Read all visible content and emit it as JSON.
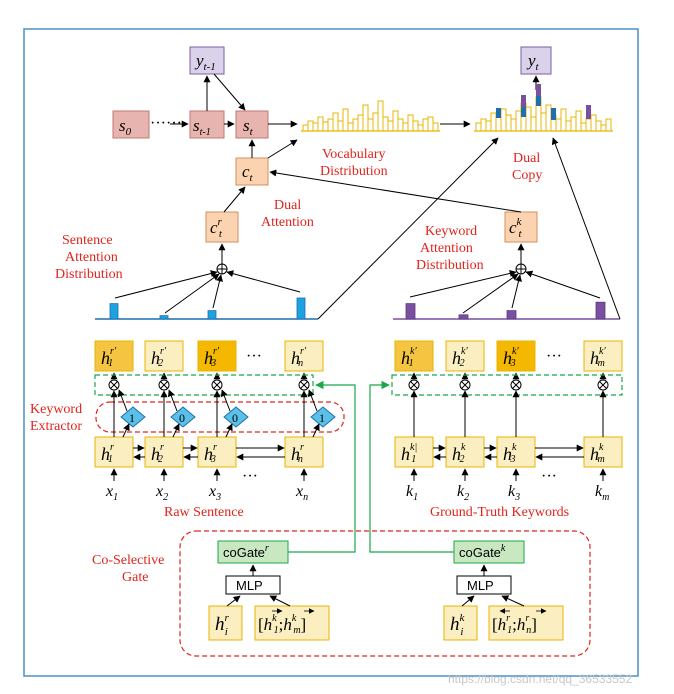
{
  "colors": {
    "frame": "#4a90c8",
    "red_label": "#e0241c",
    "yellow_fill": "#fbeec0",
    "yellow_stroke": "#e8b400",
    "orange_fill": "#f5b800",
    "pink_fill": "#e8b4b0",
    "lightorange_fill": "#fbd3b0",
    "purple_fill": "#d9d2ea",
    "green_fill": "#c9e7c1",
    "green_line": "#1aa84a",
    "blue_bar": "#1da1e0",
    "purple_bar": "#7a4fa0",
    "dashed_red": "#e0241c"
  },
  "top": {
    "y_prev": "y",
    "y_prev_sub": "t-1",
    "y_t": "y",
    "y_t_sub": "t",
    "s0": "s",
    "s0_sub": "0",
    "dots": "······",
    "s_prev": "s",
    "s_prev_sub": "t-1",
    "s_t": "s",
    "s_t_sub": "t",
    "c_t": "c",
    "c_t_sub": "t",
    "c_r": "c",
    "c_r_sup": "r",
    "c_r_sub": "t",
    "c_k": "c",
    "c_k_sup": "k",
    "c_k_sub": "t"
  },
  "labels": {
    "vocab_line1": "Vocabulary",
    "vocab_line2": "Distribution",
    "dual_attention_line1": "Dual",
    "dual_attention_line2": "Attention",
    "dual_copy_line1": "Dual",
    "dual_copy_line2": "Copy",
    "sentence_att_line1": "Sentence",
    "sentence_att_line2": "Attention",
    "sentence_att_line3": "Distribution",
    "keyword_att_line1": "Keyword",
    "keyword_att_line2": "Attention",
    "keyword_att_line3": "Distribution",
    "keyword_extractor_line1": "Keyword",
    "keyword_extractor_line2": "Extractor",
    "raw_sentence": "Raw Sentence",
    "ground_truth": "Ground-Truth Keywords",
    "co_selective_line1": "Co-Selective",
    "co_selective_line2": "Gate",
    "ellipsis": "···",
    "ellipsis_long": "·····"
  },
  "sentence_outputs": [
    {
      "base": "h",
      "sup": "r′",
      "sub": "1",
      "style": "dark"
    },
    {
      "base": "h",
      "sup": "r′",
      "sub": "2",
      "style": "light"
    },
    {
      "base": "h",
      "sup": "r′",
      "sub": "3",
      "style": "orange"
    },
    {
      "base": "h",
      "sup": "r′",
      "sub": "n",
      "style": "light"
    }
  ],
  "keyword_outputs": [
    {
      "base": "h",
      "sup": "k′",
      "sub": "1",
      "style": "dark"
    },
    {
      "base": "h",
      "sup": "k′",
      "sub": "2",
      "style": "light"
    },
    {
      "base": "h",
      "sup": "k′",
      "sub": "3",
      "style": "orange"
    },
    {
      "base": "h",
      "sup": "k′",
      "sub": "m",
      "style": "light"
    }
  ],
  "extractor_values": [
    "1",
    "0",
    "0",
    "1"
  ],
  "sentence_encoders": [
    {
      "base": "h",
      "sup": "r",
      "sub": "1"
    },
    {
      "base": "h",
      "sup": "r",
      "sub": "2"
    },
    {
      "base": "h",
      "sup": "r",
      "sub": "3"
    },
    {
      "base": "h",
      "sup": "r",
      "sub": "n"
    }
  ],
  "keyword_encoders": [
    {
      "base": "h",
      "sup": "k|",
      "sub": "1"
    },
    {
      "base": "h",
      "sup": "k",
      "sub": "2"
    },
    {
      "base": "h",
      "sup": "k",
      "sub": "3"
    },
    {
      "base": "h",
      "sup": "k",
      "sub": "m"
    }
  ],
  "sentence_inputs": [
    {
      "base": "x",
      "sub": "1"
    },
    {
      "base": "x",
      "sub": "2"
    },
    {
      "base": "x",
      "sub": "3"
    },
    {
      "base": "x",
      "sub": "n"
    }
  ],
  "keyword_inputs": [
    {
      "base": "k",
      "sub": "1"
    },
    {
      "base": "k",
      "sub": "2"
    },
    {
      "base": "k",
      "sub": "3"
    },
    {
      "base": "k",
      "sub": "m"
    }
  ],
  "gates": {
    "left_gate": "coGate",
    "left_gate_sup": "r",
    "right_gate": "coGate",
    "right_gate_sup": "k",
    "mlp": "MLP",
    "left_hi": "h",
    "left_hi_sup": "r",
    "left_hi_sub": "i",
    "left_concat_open": "[",
    "left_concat_a": "h",
    "left_concat_a_sup": "k",
    "left_concat_a_sub": "1",
    "left_concat_sep": ";",
    "left_concat_b": "h",
    "left_concat_b_sup": "k",
    "left_concat_b_sub": "m",
    "left_concat_close": "]",
    "right_hi": "h",
    "right_hi_sup": "k",
    "right_hi_sub": "i",
    "right_concat_a": "h",
    "right_concat_a_sup": "r",
    "right_concat_a_sub": "1",
    "right_concat_b": "h",
    "right_concat_b_sup": "r",
    "right_concat_b_sub": "n"
  },
  "distributions": {
    "sentence_attention": [
      0.55,
      0.12,
      0.3,
      0.75
    ],
    "keyword_attention": [
      0.55,
      0.15,
      0.3,
      0.6
    ]
  },
  "watermark": "https://blog.csdn.net/qq_36533552"
}
